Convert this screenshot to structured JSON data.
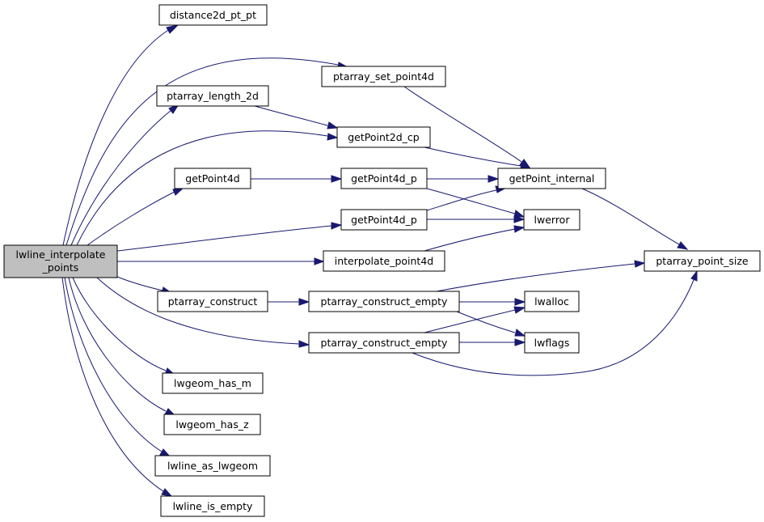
{
  "nodes": {
    "root": {
      "line1": "lwline_interpolate",
      "line2": "_points"
    },
    "distance2d_pt_pt": "distance2d_pt_pt",
    "ptarray_set_point4d": "ptarray_set_point4d",
    "ptarray_length_2d": "ptarray_length_2d",
    "getPoint2d_cp": "getPoint2d_cp",
    "getPoint4d": "getPoint4d",
    "getPoint4d_p_1": "getPoint4d_p",
    "getPoint_internal": "getPoint_internal",
    "getPoint4d_p_2": "getPoint4d_p",
    "lwerror": "lwerror",
    "interpolate_point4d": "interpolate_point4d",
    "ptarray_point_size": "ptarray_point_size",
    "ptarray_construct": "ptarray_construct",
    "ptarray_construct_empty_1": "ptarray_construct_empty",
    "lwalloc": "lwalloc",
    "ptarray_construct_empty_2": "ptarray_construct_empty",
    "lwflags": "lwflags",
    "lwgeom_has_m": "lwgeom_has_m",
    "lwgeom_has_z": "lwgeom_has_z",
    "lwline_as_lwgeom": "lwline_as_lwgeom",
    "lwline_is_empty": "lwline_is_empty"
  },
  "colors": {
    "edge": "#191970",
    "root_fill": "#bfbfbf",
    "node_fill": "#ffffff",
    "node_border": "#000000"
  }
}
